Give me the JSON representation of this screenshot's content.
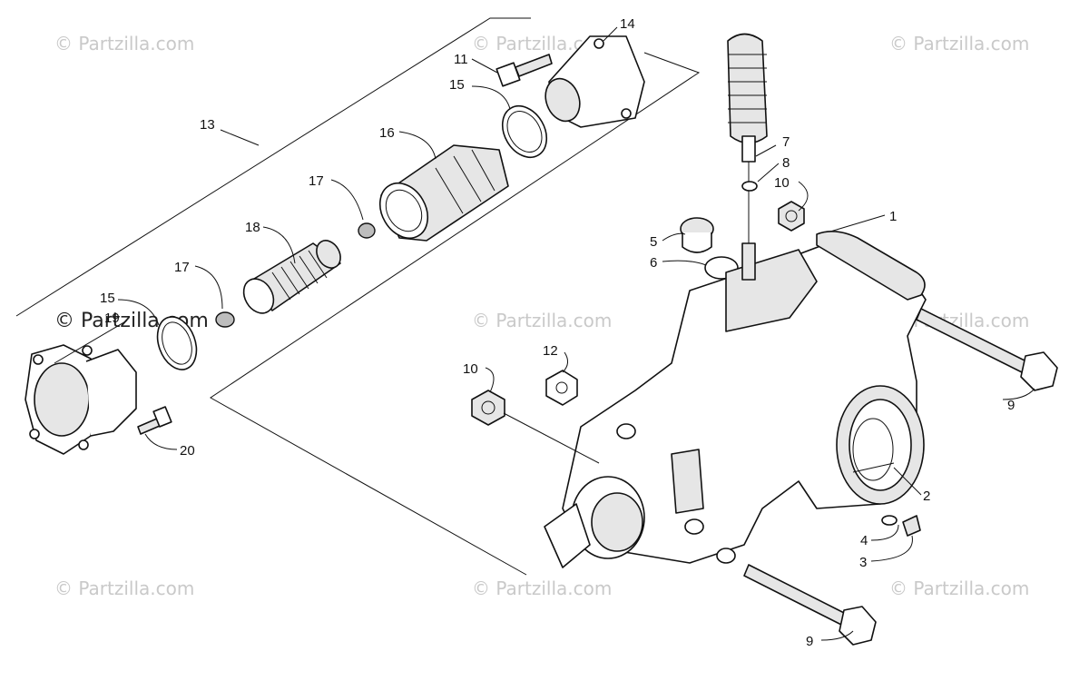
{
  "watermarks": {
    "text": "© Partzilla.com",
    "bold_text": "© Partzilla.com"
  },
  "callouts": {
    "c1": "1",
    "c2": "2",
    "c3": "3",
    "c4": "4",
    "c5": "5",
    "c6": "6",
    "c7": "7",
    "c8": "8",
    "c9a": "9",
    "c9b": "9",
    "c10a": "10",
    "c10b": "10",
    "c11": "11",
    "c12": "12",
    "c13": "13",
    "c14": "14",
    "c15a": "15",
    "c15b": "15",
    "c16": "16",
    "c17a": "17",
    "c17b": "17",
    "c18": "18",
    "c19": "19",
    "c20": "20"
  }
}
